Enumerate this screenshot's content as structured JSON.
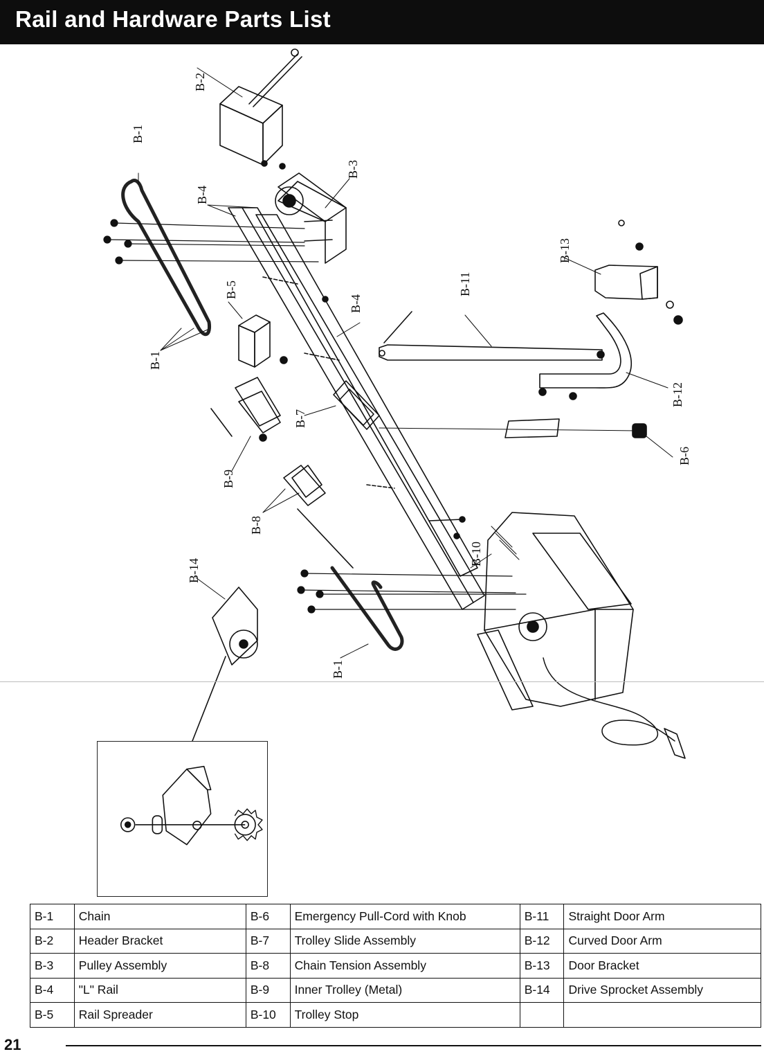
{
  "header": {
    "title": "Rail and Hardware Parts List"
  },
  "callouts": {
    "b1_top": "B-1",
    "b2": "B-2",
    "b3": "B-3",
    "b4_left": "B-4",
    "b4_right": "B-4",
    "b5": "B-5",
    "b1_mid": "B-1",
    "b7": "B-7",
    "b9": "B-9",
    "b8": "B-8",
    "b10": "B-10",
    "b14": "B-14",
    "b1_bottom": "B-1",
    "b11": "B-11",
    "b12": "B-12",
    "b13": "B-13",
    "b6": "B-6"
  },
  "parts": {
    "rows": [
      [
        {
          "code": "B-1",
          "name": "Chain"
        },
        {
          "code": "B-6",
          "name": "Emergency Pull-Cord with Knob"
        },
        {
          "code": "B-11",
          "name": "Straight Door Arm"
        }
      ],
      [
        {
          "code": "B-2",
          "name": "Header Bracket"
        },
        {
          "code": "B-7",
          "name": "Trolley Slide Assembly"
        },
        {
          "code": "B-12",
          "name": "Curved Door Arm"
        }
      ],
      [
        {
          "code": "B-3",
          "name": "Pulley Assembly"
        },
        {
          "code": "B-8",
          "name": "Chain Tension Assembly"
        },
        {
          "code": "B-13",
          "name": "Door Bracket"
        }
      ],
      [
        {
          "code": "B-4",
          "name": "\"L\" Rail"
        },
        {
          "code": "B-9",
          "name": "Inner Trolley (Metal)"
        },
        {
          "code": "B-14",
          "name": "Drive Sprocket Assembly"
        }
      ],
      [
        {
          "code": "B-5",
          "name": "Rail Spreader"
        },
        {
          "code": "B-10",
          "name": "Trolley Stop"
        },
        {
          "code": "",
          "name": ""
        }
      ]
    ]
  },
  "page_number": "21"
}
